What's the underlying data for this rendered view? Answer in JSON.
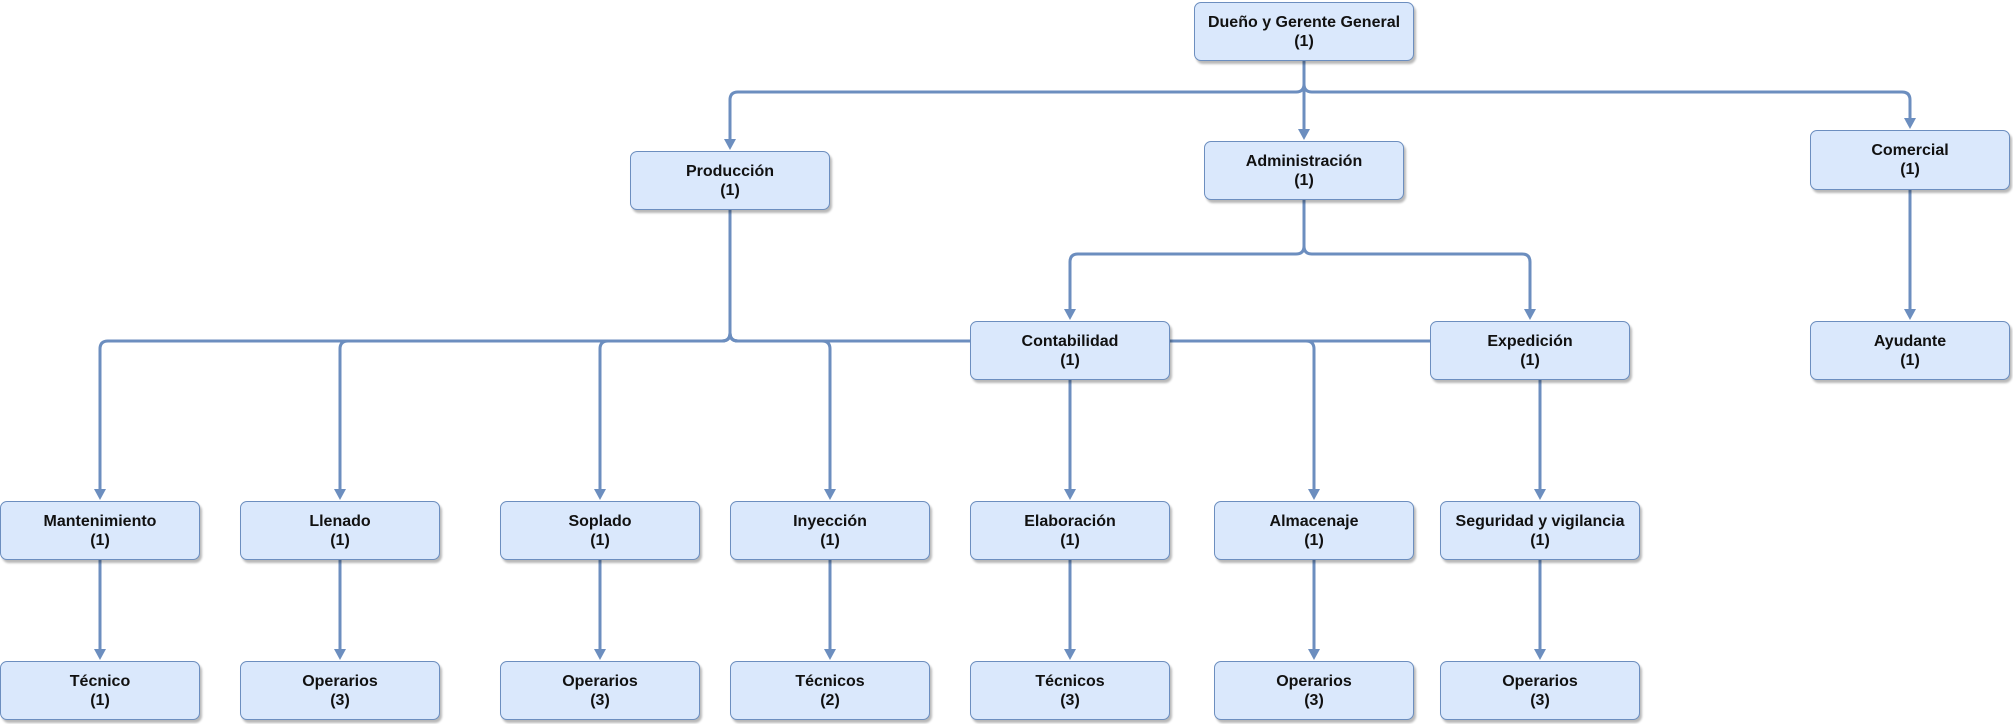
{
  "diagram": {
    "type": "org-chart",
    "colors": {
      "node_fill": "#dae8fc",
      "node_border": "#6c8ebf",
      "connector": "#6c8ebf",
      "text": "#111111"
    },
    "nodes": {
      "owner": {
        "label": "Dueño y Gerente General",
        "count": "(1)"
      },
      "produccion": {
        "label": "Producción",
        "count": "(1)"
      },
      "administracion": {
        "label": "Administración",
        "count": "(1)"
      },
      "comercial": {
        "label": "Comercial",
        "count": "(1)"
      },
      "contabilidad": {
        "label": "Contabilidad",
        "count": "(1)"
      },
      "expedicion": {
        "label": "Expedición",
        "count": "(1)"
      },
      "ayudante": {
        "label": "Ayudante",
        "count": "(1)"
      },
      "mantenimiento": {
        "label": "Mantenimiento",
        "count": "(1)"
      },
      "llenado": {
        "label": "Llenado",
        "count": "(1)"
      },
      "soplado": {
        "label": "Soplado",
        "count": "(1)"
      },
      "inyeccion": {
        "label": "Inyección",
        "count": "(1)"
      },
      "elaboracion": {
        "label": "Elaboración",
        "count": "(1)"
      },
      "almacenaje": {
        "label": "Almacenaje",
        "count": "(1)"
      },
      "seguridad": {
        "label": "Seguridad y vigilancia",
        "count": "(1)"
      },
      "mantenimiento_tecnico": {
        "label": "Técnico",
        "count": "(1)"
      },
      "llenado_operarios": {
        "label": "Operarios",
        "count": "(3)"
      },
      "soplado_operarios": {
        "label": "Operarios",
        "count": "(3)"
      },
      "inyeccion_tecnicos": {
        "label": "Técnicos",
        "count": "(2)"
      },
      "elaboracion_tecnicos": {
        "label": "Técnicos",
        "count": "(3)"
      },
      "almacenaje_operarios": {
        "label": "Operarios",
        "count": "(3)"
      },
      "seguridad_operarios": {
        "label": "Operarios",
        "count": "(3)"
      }
    },
    "edges": [
      {
        "from": "owner",
        "to": "produccion"
      },
      {
        "from": "owner",
        "to": "administracion"
      },
      {
        "from": "owner",
        "to": "comercial"
      },
      {
        "from": "administracion",
        "to": "contabilidad"
      },
      {
        "from": "administracion",
        "to": "expedicion"
      },
      {
        "from": "comercial",
        "to": "ayudante"
      },
      {
        "from": "produccion",
        "to": "mantenimiento"
      },
      {
        "from": "produccion",
        "to": "llenado"
      },
      {
        "from": "produccion",
        "to": "soplado"
      },
      {
        "from": "produccion",
        "to": "inyeccion"
      },
      {
        "from": "produccion",
        "to": "elaboracion"
      },
      {
        "from": "produccion",
        "to": "almacenaje"
      },
      {
        "from": "produccion",
        "to": "seguridad"
      },
      {
        "from": "mantenimiento",
        "to": "mantenimiento_tecnico"
      },
      {
        "from": "llenado",
        "to": "llenado_operarios"
      },
      {
        "from": "soplado",
        "to": "soplado_operarios"
      },
      {
        "from": "inyeccion",
        "to": "inyeccion_tecnicos"
      },
      {
        "from": "elaboracion",
        "to": "elaboracion_tecnicos"
      },
      {
        "from": "almacenaje",
        "to": "almacenaje_operarios"
      },
      {
        "from": "seguridad",
        "to": "seguridad_operarios"
      }
    ]
  }
}
